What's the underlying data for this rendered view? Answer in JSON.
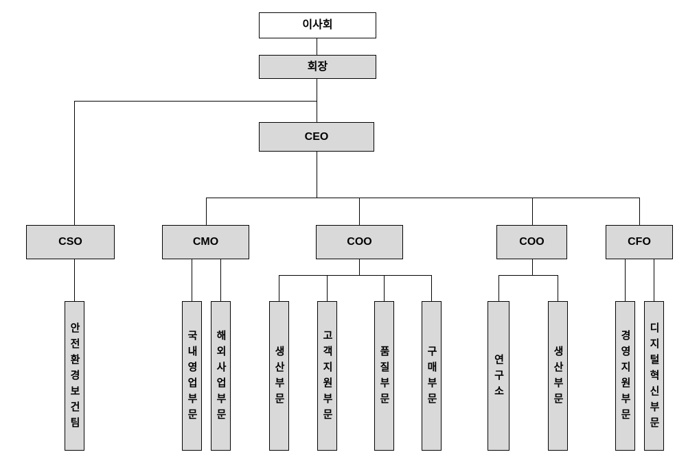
{
  "diagram": {
    "type": "org-chart",
    "language": "ko"
  },
  "colors": {
    "background": "#ffffff",
    "node_fill": "#d9d9d9",
    "root_fill": "#ffffff",
    "border": "#000000",
    "connector": "#000000",
    "text": "#000000"
  },
  "nodes": {
    "board": {
      "label": "이사회"
    },
    "chairman": {
      "label": "회장"
    },
    "ceo": {
      "label": "CEO"
    },
    "cso": {
      "label": "CSO"
    },
    "cmo": {
      "label": "CMO"
    },
    "coo1": {
      "label": "COO"
    },
    "coo2": {
      "label": "COO"
    },
    "cfo": {
      "label": "CFO"
    },
    "safety_team": {
      "label": "안전환경보건팀"
    },
    "domestic_sales": {
      "label": "국내영업부문"
    },
    "overseas_business": {
      "label": "해외사업부문"
    },
    "production_a": {
      "label": "생산부문"
    },
    "customer_support": {
      "label": "고객지원부문"
    },
    "quality": {
      "label": "품질부문"
    },
    "purchasing": {
      "label": "구매부문"
    },
    "research_lab": {
      "label": "연구소"
    },
    "production_b": {
      "label": "생산부문"
    },
    "management_support": {
      "label": "경영지원부문"
    },
    "digital_innovation": {
      "label": "디지털혁신부문"
    }
  },
  "hierarchy": {
    "board": [
      "chairman"
    ],
    "chairman": [
      "cso",
      "ceo"
    ],
    "ceo": [
      "cmo",
      "coo1",
      "coo2",
      "cfo"
    ],
    "cso": [
      "safety_team"
    ],
    "cmo": [
      "domestic_sales",
      "overseas_business"
    ],
    "coo1": [
      "production_a",
      "customer_support",
      "quality",
      "purchasing"
    ],
    "coo2": [
      "research_lab",
      "production_b"
    ],
    "cfo": [
      "management_support",
      "digital_innovation"
    ]
  }
}
